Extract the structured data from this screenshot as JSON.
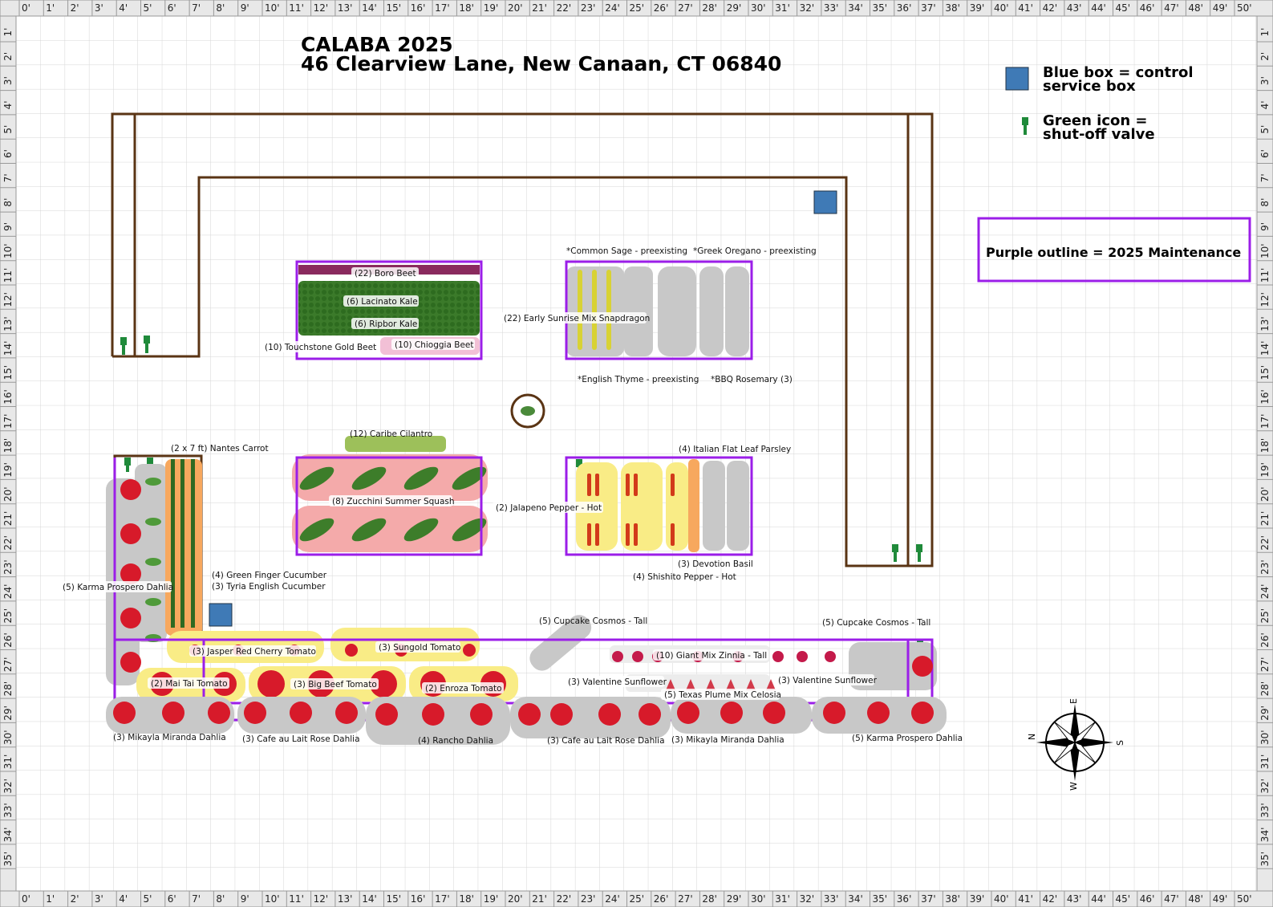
{
  "title": {
    "line1": "CALABA 2025",
    "line2": "46 Clearview Lane, New Canaan, CT 06840"
  },
  "legend": {
    "blue_line1": "Blue box = control",
    "blue_line2": "service box",
    "green_line1": "Green icon =",
    "green_line2": "shut-off valve",
    "purple": "Purple outline = 2025 Maintenance"
  },
  "compass": {
    "n": "N",
    "e": "E",
    "s": "S",
    "w": "W"
  },
  "ruler": {
    "top_marks": [
      "0'",
      "1'",
      "2'",
      "3'",
      "4'",
      "5'",
      "6'",
      "7'",
      "8'",
      "9'",
      "10'",
      "11'",
      "12'",
      "13'",
      "14'",
      "15'",
      "16'",
      "17'",
      "18'",
      "19'",
      "20'",
      "21'",
      "22'",
      "23'",
      "24'",
      "25'",
      "26'",
      "27'",
      "28'",
      "29'",
      "30'",
      "31'",
      "32'",
      "33'",
      "34'",
      "35'",
      "36'",
      "37'",
      "38'",
      "39'",
      "40'",
      "41'",
      "42'",
      "43'",
      "44'",
      "45'",
      "46'",
      "47'",
      "48'",
      "49'",
      "50'"
    ],
    "side_marks": [
      "1'",
      "2'",
      "3'",
      "4'",
      "5'",
      "6'",
      "7'",
      "8'",
      "9'",
      "10'",
      "11'",
      "12'",
      "13'",
      "14'",
      "15'",
      "16'",
      "17'",
      "18'",
      "19'",
      "20'",
      "21'",
      "22'",
      "23'",
      "24'",
      "25'",
      "26'",
      "27'",
      "28'",
      "29'",
      "30'",
      "31'",
      "32'",
      "33'",
      "34'",
      "35'"
    ]
  },
  "labels": {
    "boro_beet": "(22) Boro Beet",
    "lacinato_kale": "(6) Lacinato Kale",
    "ripbor_kale": "(6) Ripbor Kale",
    "touchstone_beet": "(10) Touchstone Gold Beet",
    "chioggia_beet": "(10) Chioggia Beet",
    "common_sage": "*Common Sage - preexisting",
    "greek_oregano": "*Greek Oregano - preexisting",
    "snapdragon": "(22) Early Sunrise Mix Snapdragon",
    "english_thyme": "*English Thyme - preexisting",
    "bbq_rosemary": "*BBQ Rosemary (3)",
    "caribe_cilantro": "(12) Caribe Cilantro",
    "nantes_carrot": "(2 x 7 ft) Nantes Carrot",
    "zucchini": "(8) Zucchini Summer Squash",
    "italian_parsley": "(4) Italian Flat Leaf Parsley",
    "jalapeno": "(2) Jalapeno Pepper - Hot",
    "devotion_basil": "(3) Devotion Basil",
    "shishito": "(4) Shishito Pepper - Hot",
    "green_finger": "(4) Green Finger Cucumber",
    "tyria": "(3) Tyria English Cucumber",
    "karma_dahlia_left": "(5) Karma Prospero Dahlia",
    "jasper_tomato": "(3) Jasper Red Cherry Tomato",
    "sungold_tomato": "(3) Sungold Tomato",
    "maitai_tomato": "(2) Mai Tai Tomato",
    "bigbeef_tomato": "(3) Big Beef Tomato",
    "enroza_tomato": "(2) Enroza Tomato",
    "cosmos_1": "(5) Cupcake Cosmos - Tall",
    "cosmos_2": "(5) Cupcake Cosmos - Tall",
    "zinnia": "(10) Giant Mix Zinnia - Tall",
    "sunflower_1": "(3) Valentine Sunflower",
    "sunflower_2": "(3) Valentine Sunflower",
    "celosia": "(5) Texas Plume Mix Celosia",
    "mikayla_1": "(3) Mikayla Miranda Dahlia",
    "cafe_1": "(3) Cafe au Lait Rose Dahlia",
    "rancho": "(4) Rancho Dahlia",
    "cafe_2": "(3) Cafe au Lait Rose Dahlia",
    "mikayla_2": "(3) Mikayla Miranda Dahlia",
    "karma_dahlia_right": "(5) Karma Prospero Dahlia"
  },
  "colors": {
    "irrigation_pipe": "#5a3414",
    "maintenance_outline": "#9b1ee8",
    "control_box": "#3f7ab6",
    "valve": "#1f8a3a",
    "grid": "#d6d6d6",
    "ruler": "#e8e8e8"
  }
}
